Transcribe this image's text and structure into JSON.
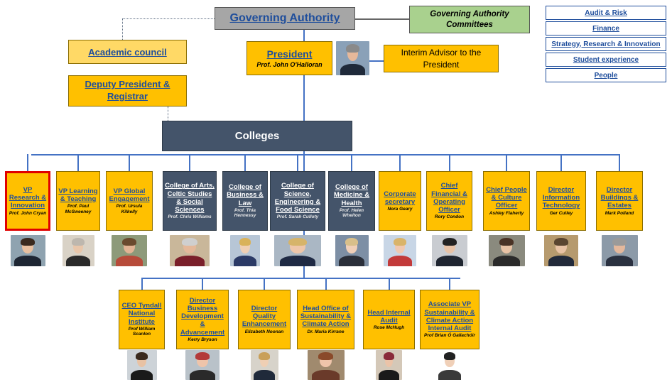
{
  "top": {
    "governing": "Governing Authority",
    "committees": "Governing Authority Committees",
    "academic": "Academic council",
    "deputy": "Deputy President & Registrar",
    "president": "President",
    "president_name": "Prof. John O'Halloran",
    "advisor": "Interim Advisor to the President",
    "colleges": "Colleges"
  },
  "committees_list": [
    "Audit & Risk",
    "Finance",
    "Strategy, Research & Innovation",
    "Student experience",
    "People"
  ],
  "row1": [
    {
      "title": "VP Research & Innovation",
      "name": "Prof. John Cryan",
      "style": "gold",
      "highlight": true
    },
    {
      "title": "VP Learning & Teaching",
      "name": "Prof. Paul McSweeney",
      "style": "gold"
    },
    {
      "title": "VP Global Engagement",
      "name": "Prof. Ursula Kilkelly",
      "style": "gold"
    },
    {
      "title": "College of Arts, Celtic Studies & Social Sciences",
      "name": "Prof. Chris Williams",
      "style": "slate"
    },
    {
      "title": "College of Business & Law",
      "name": "Prof. Thia Hennessy",
      "style": "slate"
    },
    {
      "title": "College of Science, Engineering & Food Science",
      "name": "Prof. Sarah Culloty",
      "style": "slate"
    },
    {
      "title": "College of Medicine & Health",
      "name": "Prof. Helen Whelton",
      "style": "slate"
    },
    {
      "title": "Corporate secretary",
      "name": "Nora Geary",
      "style": "gold"
    },
    {
      "title": "Chief Financial & Operating Officer",
      "name": "Rory Condon",
      "style": "gold"
    },
    {
      "title": "Chief People & Culture Officer",
      "name": "Ashley Flaherty",
      "style": "gold"
    },
    {
      "title": "Director Information Technology",
      "name": "Ger Culley",
      "style": "gold"
    },
    {
      "title": "Director Buildings & Estates",
      "name": "Mark Polland",
      "style": "gold"
    }
  ],
  "row2": [
    {
      "title": "CEO Tyndall National Institute",
      "name": "Prof William Scanlon"
    },
    {
      "title": "Director Business Development & Advancement",
      "name": "Kerry Bryson"
    },
    {
      "title": "Director Quality Enhancement",
      "name": "Elizabeth Noonan"
    },
    {
      "title": "Head Office of Sustainability & Climate Action",
      "name": "Dr. Maria Kirrane"
    },
    {
      "title": "Head Internal Audit",
      "name": "Rose McHugh"
    },
    {
      "title": "Associate VP Sustainability & Climate Action Internal Audit",
      "name": "Prof Brian Ó Gallachóir"
    }
  ],
  "colors": {
    "gold": "#FFC000",
    "light_gold": "#FFD966",
    "slate": "#44546A",
    "grey": "#A6A6A6",
    "green": "#A9D18E",
    "connector": "#4472C4",
    "highlight": "#E00000",
    "link": "#1F4E9C"
  }
}
